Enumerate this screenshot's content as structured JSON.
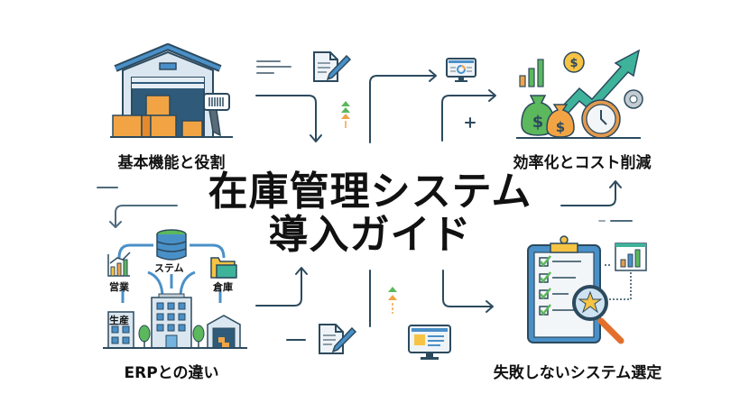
{
  "title": {
    "line1": "在庫管理システム",
    "line2": "導入ガイド"
  },
  "sections": [
    {
      "id": "basics",
      "label": "基本機能と役割",
      "icon": "warehouse-icon"
    },
    {
      "id": "efficiency",
      "label": "効率化とコスト削減",
      "icon": "growth-money-icon"
    },
    {
      "id": "erp",
      "label": "ERPとの違い",
      "icon": "erp-network-icon"
    },
    {
      "id": "selection",
      "label": "失敗しないシステム選定",
      "icon": "checklist-magnifier-icon"
    }
  ],
  "erp_diagram": {
    "center": "ステム",
    "left": "営業",
    "right": "倉庫",
    "bottom_left": "生産"
  },
  "colors": {
    "navy": "#2c4a5e",
    "blue": "#4a90c8",
    "light_blue": "#cfe3f3",
    "orange": "#f2a444",
    "green": "#5cb85c",
    "gold": "#f6c344"
  }
}
